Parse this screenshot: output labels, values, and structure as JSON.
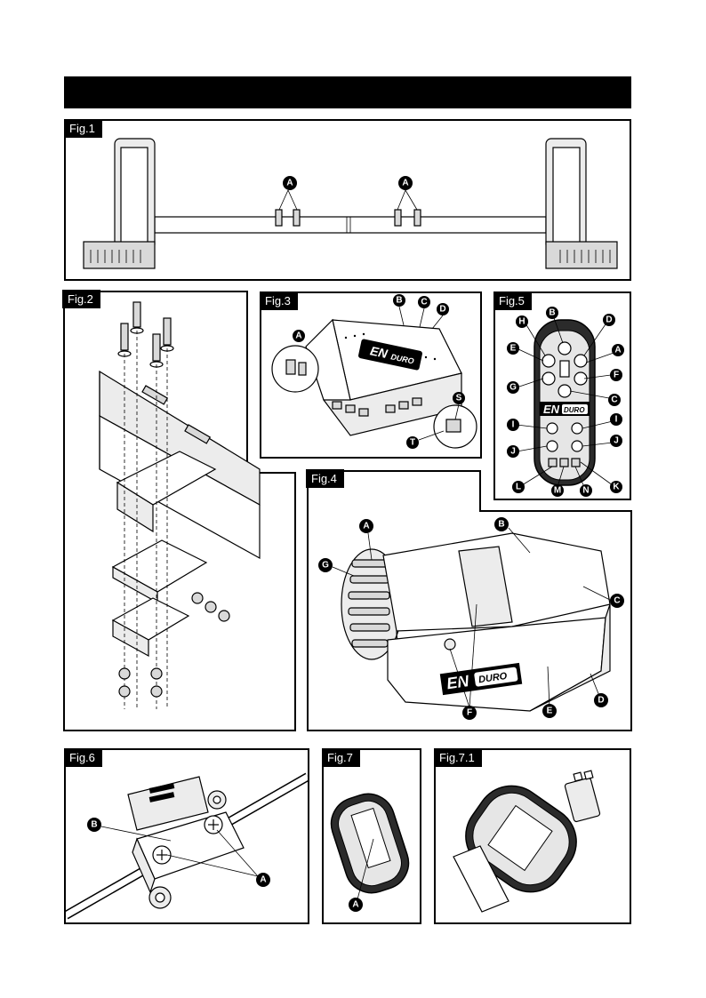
{
  "header": {
    "title": ""
  },
  "figures": {
    "fig1": {
      "label": "Fig.1",
      "callouts": [
        "A",
        "A"
      ]
    },
    "fig2": {
      "label": "Fig.2"
    },
    "fig3": {
      "label": "Fig.3",
      "callouts": [
        "B",
        "C",
        "D",
        "A",
        "S",
        "T"
      ],
      "logo": "ENDURO"
    },
    "fig4": {
      "label": "Fig.4",
      "callouts": [
        "A",
        "B",
        "G",
        "C",
        "F",
        "E",
        "D"
      ],
      "logo": "ENDURO"
    },
    "fig5": {
      "label": "Fig.5",
      "callouts": [
        "B",
        "H",
        "D",
        "E",
        "A",
        "F",
        "G",
        "C",
        "I",
        "I",
        "J",
        "J",
        "L",
        "M",
        "N",
        "K"
      ],
      "logo": "ENDURO"
    },
    "fig6": {
      "label": "Fig.6",
      "callouts": [
        "B",
        "A"
      ]
    },
    "fig7": {
      "label": "Fig.7",
      "callouts": [
        "A"
      ]
    },
    "fig71": {
      "label": "Fig.7.1"
    }
  },
  "logo_parts": {
    "en": "EN",
    "duro": "DURO"
  }
}
